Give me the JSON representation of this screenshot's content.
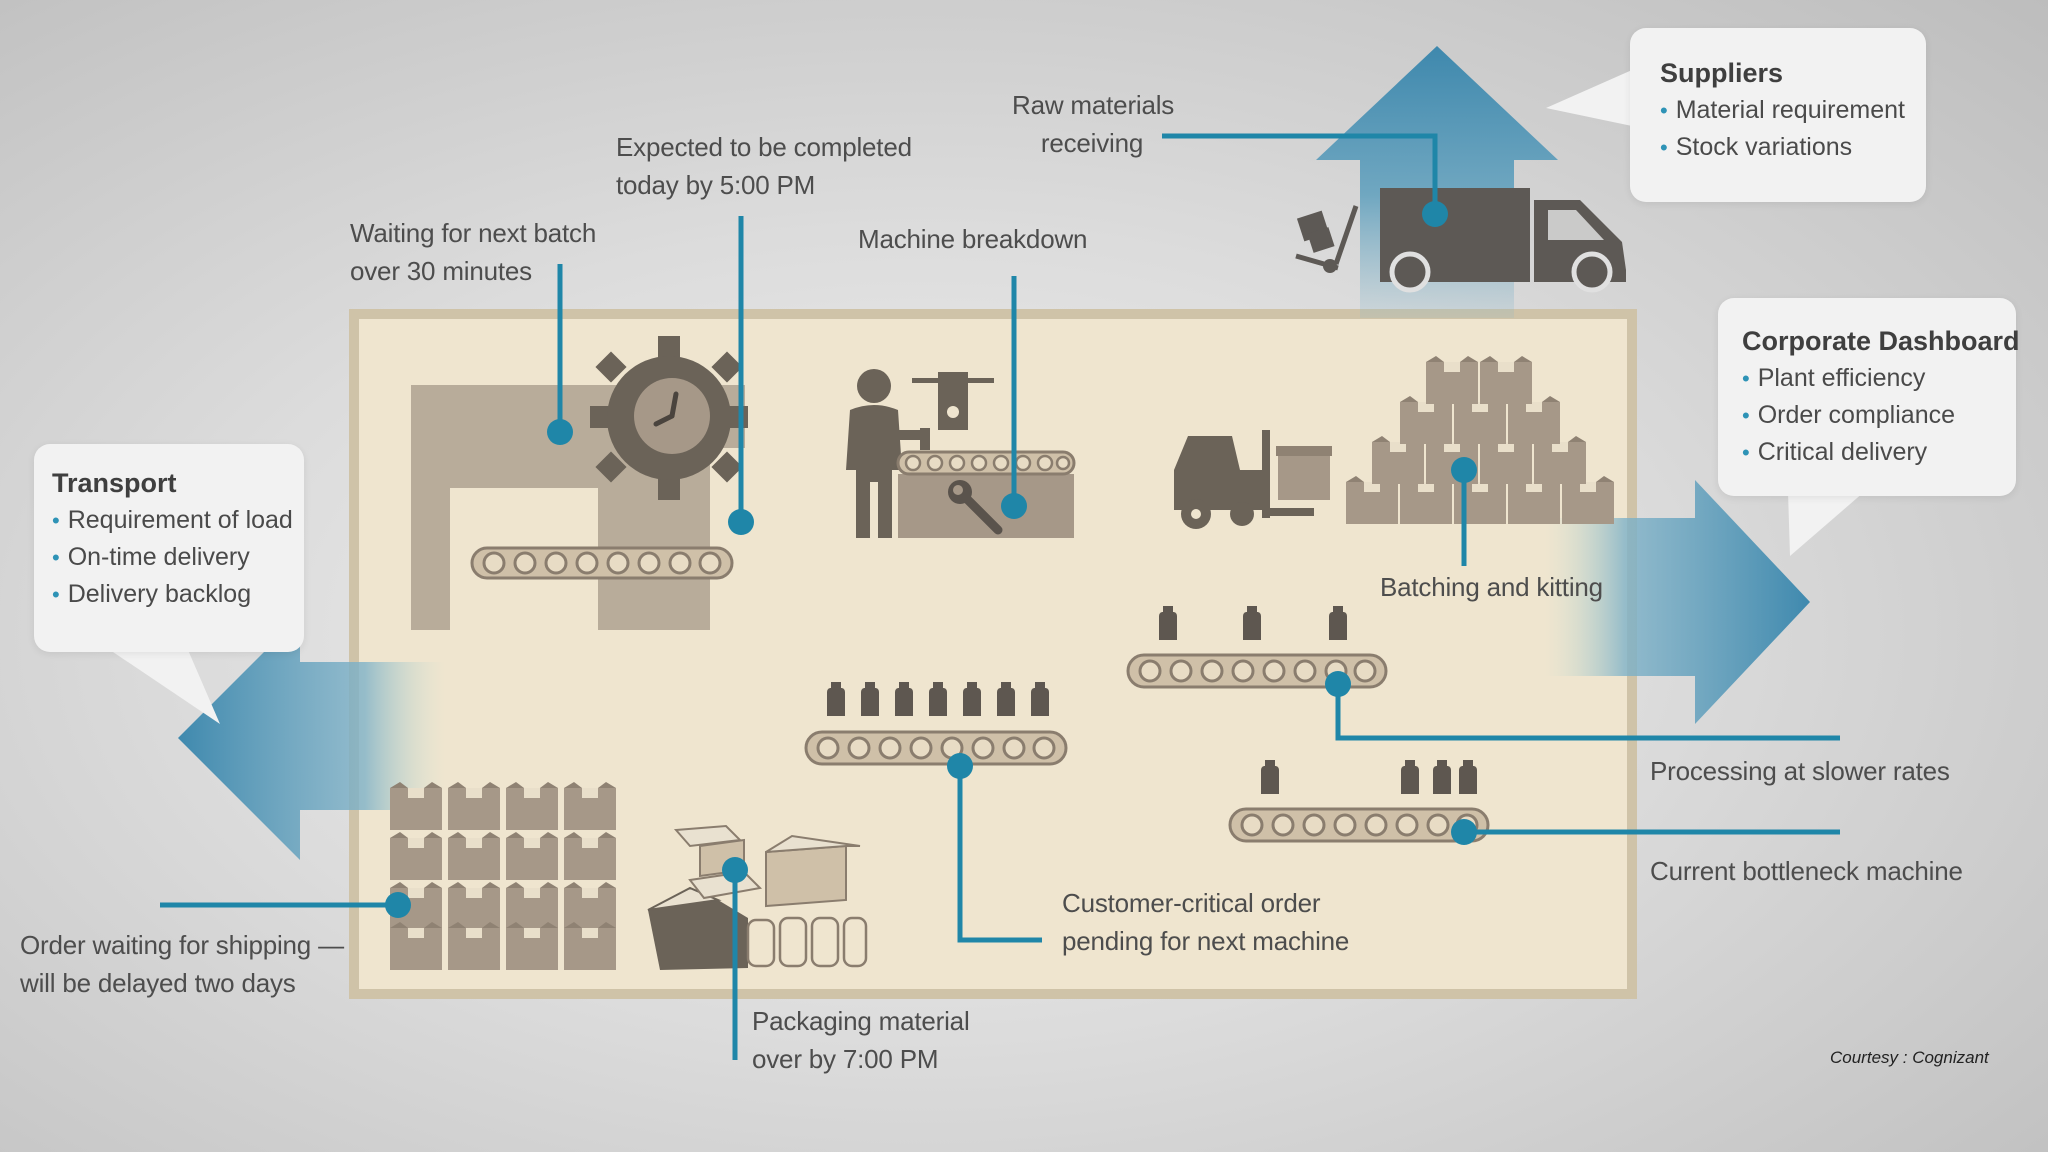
{
  "colors": {
    "accent": "#1f86a8",
    "floor": "#efe5cf",
    "floor_border": "#cfc3a8",
    "equipment": "#6b6358",
    "box": "#a69888",
    "callout_bg": "#f2f2f2"
  },
  "callouts": {
    "suppliers": {
      "title": "Suppliers",
      "items": [
        "Material requirement",
        "Stock variations"
      ]
    },
    "corporate": {
      "title": "Corporate Dashboard",
      "items": [
        "Plant efficiency",
        "Order compliance",
        "Critical delivery"
      ]
    },
    "transport": {
      "title": "Transport",
      "items": [
        "Requirement of load",
        "On-time delivery",
        "Delivery backlog"
      ]
    }
  },
  "labels": {
    "raw_materials": [
      "Raw materials",
      "receiving"
    ],
    "expected": [
      "Expected to be completed",
      "today by 5:00 PM"
    ],
    "waiting": [
      "Waiting for next batch",
      "over 30 minutes"
    ],
    "breakdown": "Machine breakdown",
    "batching": "Batching and kitting",
    "processing": "Processing at slower rates",
    "bottleneck": "Current bottleneck machine",
    "customer": [
      "Customer-critical order",
      "pending for next machine"
    ],
    "order_waiting": [
      "Order waiting for shipping —",
      "will be delayed two days"
    ],
    "packaging": [
      "Packaging material",
      "over by 7:00 PM"
    ]
  },
  "icons": {
    "truck": "delivery-truck-icon",
    "hand_truck": "hand-truck-icon",
    "gear": "gear-clock-icon",
    "worker": "worker-icon",
    "wrench": "wrench-icon",
    "forklift": "forklift-icon",
    "bottle": "bottle-icon",
    "cardboard_box": "cardboard-box-icon",
    "arrow": "flow-arrow-icon"
  },
  "credit": "Courtesy : Cognizant"
}
